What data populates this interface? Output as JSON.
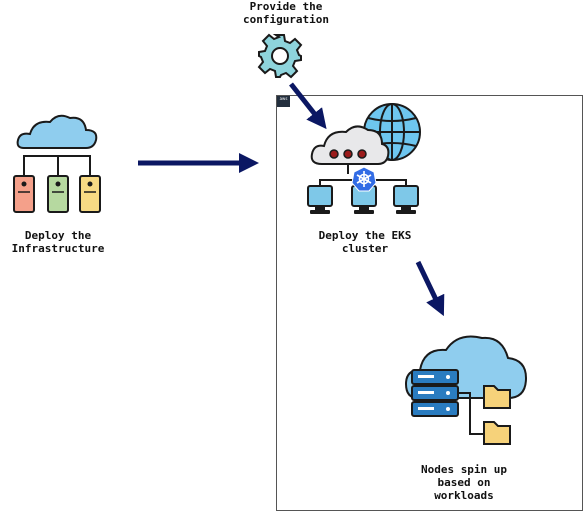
{
  "diagram": {
    "labels": {
      "provide_config": "Provide the\nconfiguration",
      "deploy_infra": "Deploy the\nInfrastructure",
      "deploy_eks": "Deploy the EKS\ncluster",
      "nodes_spin_up": "Nodes spin up\nbased on\nworkloads"
    },
    "aws_badge": "aws",
    "icons": [
      "gear-icon",
      "cloud-infrastructure-icon",
      "eks-cluster-icon",
      "cloud-server-icon",
      "kubernetes-icon"
    ],
    "colors": {
      "arrow": "#0b1763",
      "cloud": "#8fcdee",
      "gear": "#8ed4dc",
      "kubernetes": "#326ce5",
      "folder": "#f6d27a",
      "server": "#2a7cc0",
      "drive_red": "#f4a08a",
      "drive_green": "#b6d9a0",
      "drive_yellow": "#f7da84"
    }
  }
}
